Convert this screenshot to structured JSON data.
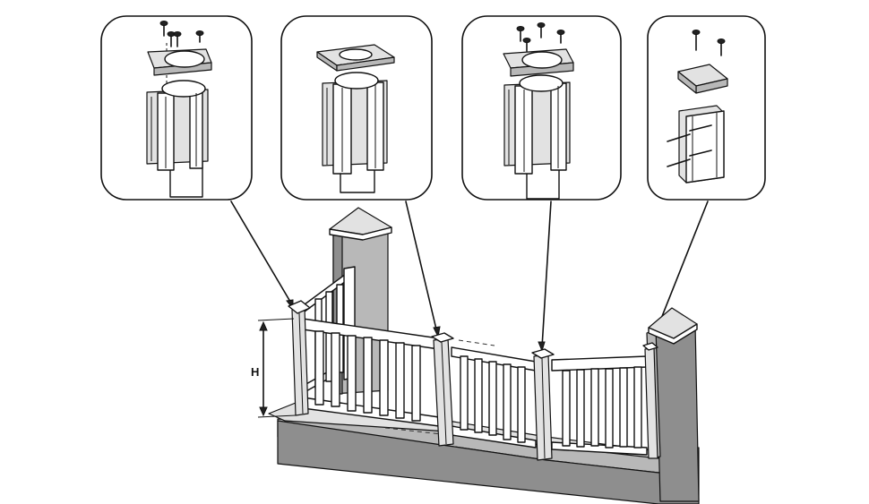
{
  "diagram": {
    "height_label": "H",
    "callouts": [
      {
        "id": "callout-1",
        "content": "post-cap-with-screws"
      },
      {
        "id": "callout-2",
        "content": "post-cap-plain"
      },
      {
        "id": "callout-3",
        "content": "post-cap-with-screws"
      },
      {
        "id": "callout-4",
        "content": "wall-mount-cap-with-screws"
      }
    ],
    "colors": {
      "line": "#111111",
      "wall": "#b8b8b8",
      "wall_dark": "#8e8e8e",
      "post": "#e2e2e2"
    }
  }
}
